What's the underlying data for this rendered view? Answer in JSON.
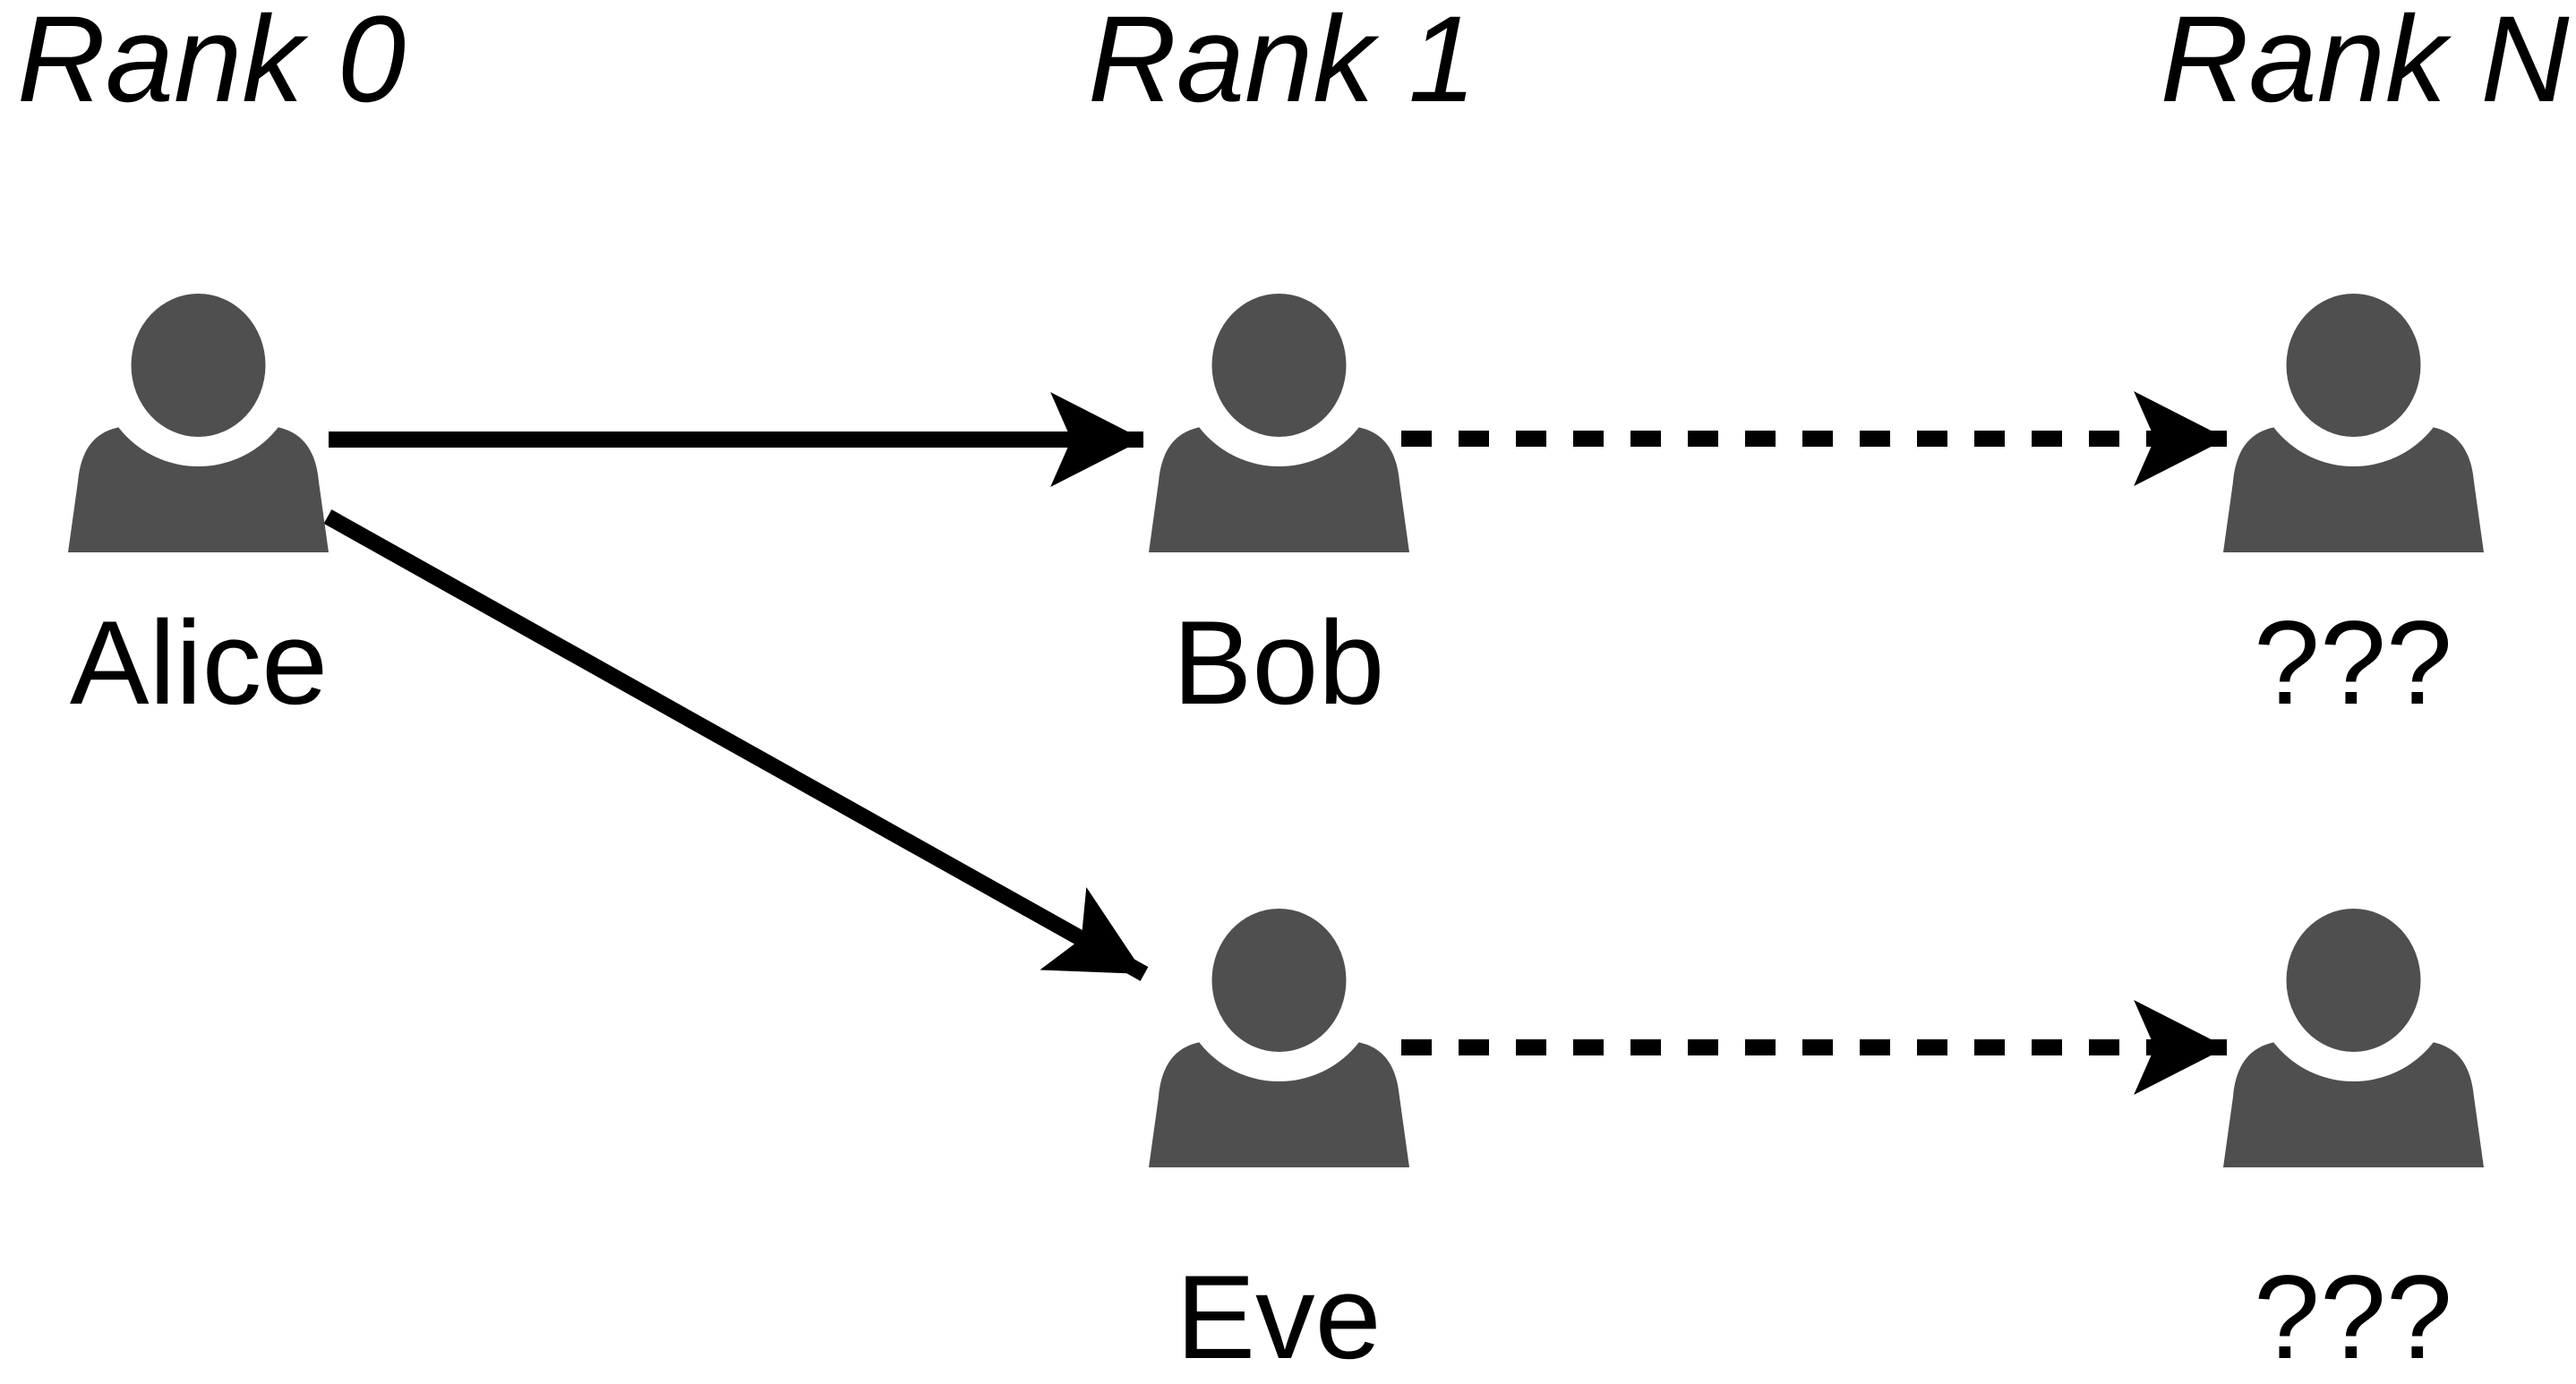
{
  "diagram": {
    "columns": [
      {
        "id": "rank-0",
        "label": "Rank 0"
      },
      {
        "id": "rank-1",
        "label": "Rank 1"
      },
      {
        "id": "rank-n",
        "label": "Rank N"
      }
    ],
    "nodes": [
      {
        "id": "alice",
        "label": "Alice",
        "rank": "Rank 0",
        "icon": "person-icon"
      },
      {
        "id": "bob",
        "label": "Bob",
        "rank": "Rank 1",
        "icon": "person-icon"
      },
      {
        "id": "eve",
        "label": "Eve",
        "rank": "Rank 1",
        "icon": "person-icon"
      },
      {
        "id": "unknown-top",
        "label": "???",
        "rank": "Rank N",
        "icon": "person-icon"
      },
      {
        "id": "unknown-bottom",
        "label": "???",
        "rank": "Rank N",
        "icon": "person-icon"
      }
    ],
    "edges": [
      {
        "from": "alice",
        "to": "bob",
        "style": "solid"
      },
      {
        "from": "alice",
        "to": "eve",
        "style": "solid"
      },
      {
        "from": "bob",
        "to": "unknown-top",
        "style": "dashed"
      },
      {
        "from": "eve",
        "to": "unknown-bottom",
        "style": "dashed"
      }
    ],
    "colors": {
      "icon": "#4f4f4f",
      "text": "#000000",
      "arrow": "#000000",
      "background": "#ffffff"
    }
  }
}
